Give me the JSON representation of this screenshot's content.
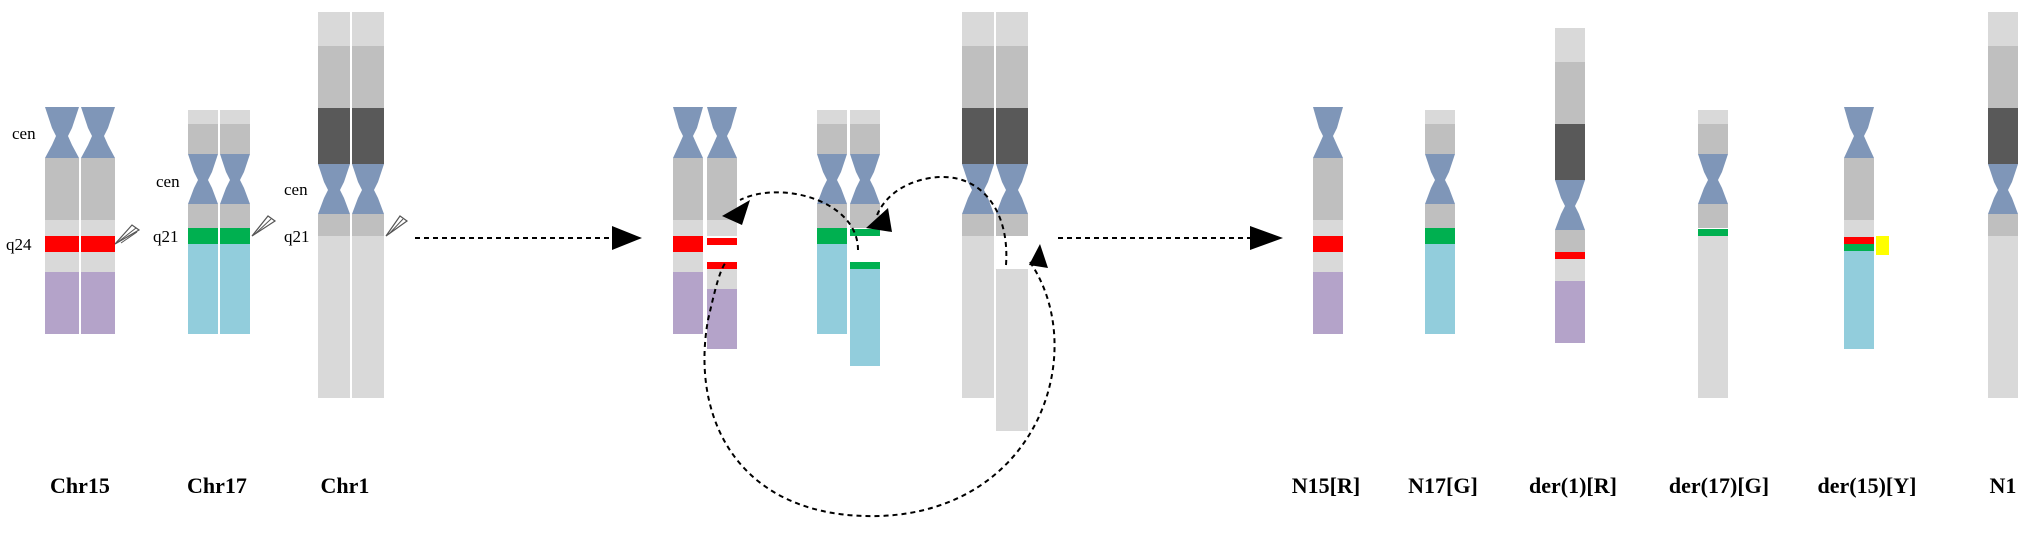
{
  "colors": {
    "centromere": "#7f96b8",
    "light_gray": "#d9d9d9",
    "mid_gray": "#bfbfbf",
    "dark_gray": "#595959",
    "red": "#ff0000",
    "green": "#00b050",
    "purple": "#b4a3c9",
    "blue": "#92cddc",
    "yellow": "#ffff00"
  },
  "left_panel": {
    "labels": {
      "chr15": "Chr15",
      "chr17": "Chr17",
      "chr1": "Chr1"
    },
    "bands": {
      "cen_15": "cen",
      "q24": "q24",
      "cen_17": "cen",
      "q21_17": "q21",
      "cen_1": "cen",
      "q21_1": "q21"
    }
  },
  "right_panel": {
    "labels": {
      "n15": "N15[R]",
      "n17": "N17[G]",
      "der1": "der(1)[R]",
      "der17": "der(17)[G]",
      "der15": "der(15)[Y]",
      "n1": "N1"
    }
  }
}
